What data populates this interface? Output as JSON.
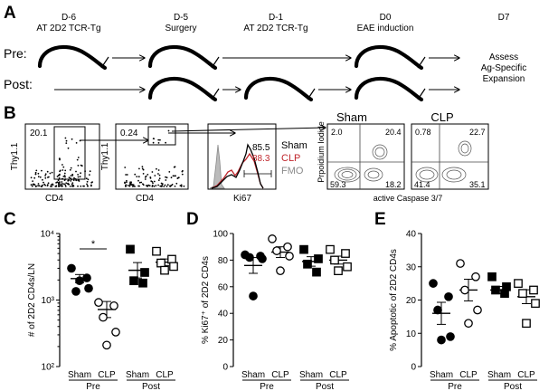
{
  "panels": {
    "A": "A",
    "B": "B",
    "C": "C",
    "D": "D",
    "E": "E"
  },
  "timeline": {
    "rows": [
      "Pre:",
      "Post:"
    ],
    "steps": [
      {
        "day": "D-6",
        "desc": "AT 2D2 TCR-Tg"
      },
      {
        "day": "D-5",
        "desc": "Surgery"
      },
      {
        "day": "D-1",
        "desc": "AT 2D2 TCR-Tg"
      },
      {
        "day": "D0",
        "desc": "EAE induction"
      },
      {
        "day": "D7",
        "desc": "Assess"
      }
    ],
    "assess_lines": [
      "Assess",
      "Ag-Specific",
      "Expansion"
    ]
  },
  "flow": {
    "plot1": {
      "gate_pct": "20.1",
      "ylabel": "Thy1.1",
      "xlabel": "CD4"
    },
    "plot2": {
      "gate_pct": "0.24",
      "ylabel": "Thy1.1",
      "xlabel": "CD4"
    },
    "histogram": {
      "xlabel": "Ki67",
      "values": [
        "85.5",
        "88.3"
      ],
      "legend": [
        {
          "name": "Sham",
          "color": "#000000"
        },
        {
          "name": "CLP",
          "color": "#c0272d"
        },
        {
          "name": "FMO",
          "color": "#8a8a8a"
        }
      ]
    },
    "quad_titles": [
      "Sham",
      "CLP"
    ],
    "quad_ylabel": "Prpoidium Iodide",
    "quad_xlabel": "active Caspase 3/7",
    "sham": {
      "ul": "2.0",
      "ur": "20.4",
      "ll": "59.3",
      "lr": "18.2"
    },
    "clp": {
      "ul": "0.78",
      "ur": "22.7",
      "ll": "41.4",
      "lr": "35.1"
    }
  },
  "chart_data": [
    {
      "type": "scatter",
      "panel": "C",
      "ylabel": "# of 2D2 CD4s/LN",
      "yscale": "log",
      "ylim": [
        100,
        10000
      ],
      "yticks": [
        "10²",
        "10³",
        "10⁴"
      ],
      "categories": [
        "Sham",
        "CLP",
        "Sham",
        "CLP"
      ],
      "groups": [
        "Pre",
        "Post"
      ],
      "significance": "*",
      "series": [
        {
          "marker": "filled-circle",
          "values": [
            3000,
            2150,
            1350,
            1500,
            1950
          ],
          "mean": 2100
        },
        {
          "marker": "open-circle",
          "values": [
            920,
            820,
            550,
            330,
            210
          ],
          "mean": 720
        },
        {
          "marker": "filled-square",
          "values": [
            5800,
            2600,
            1950,
            1800
          ],
          "mean": 2800
        },
        {
          "marker": "open-square",
          "values": [
            5400,
            4100,
            3600,
            3200,
            2800
          ],
          "mean": 3700
        }
      ]
    },
    {
      "type": "scatter",
      "panel": "D",
      "ylabel": "% Ki67⁺ of 2D2 CD4s",
      "ylim": [
        0,
        100
      ],
      "yticks": [
        "0",
        "20",
        "40",
        "60",
        "80",
        "100"
      ],
      "categories": [
        "Sham",
        "CLP",
        "Sham",
        "CLP"
      ],
      "groups": [
        "Pre",
        "Post"
      ],
      "series": [
        {
          "marker": "filled-circle",
          "values": [
            84,
            83,
            82,
            81,
            53
          ],
          "mean": 76
        },
        {
          "marker": "open-circle",
          "values": [
            96,
            90,
            87,
            83,
            72
          ],
          "mean": 86
        },
        {
          "marker": "filled-square",
          "values": [
            88,
            81,
            77,
            71
          ],
          "mean": 79
        },
        {
          "marker": "open-square",
          "values": [
            88,
            85,
            80,
            75,
            72
          ],
          "mean": 80
        }
      ]
    },
    {
      "type": "scatter",
      "panel": "E",
      "ylabel": "% Apoptotic of 2D2 CD4s",
      "ylim": [
        0,
        40
      ],
      "yticks": [
        "0",
        "10",
        "20",
        "30",
        "40"
      ],
      "categories": [
        "Sham",
        "CLP",
        "Sham",
        "CLP"
      ],
      "groups": [
        "Pre",
        "Post"
      ],
      "series": [
        {
          "marker": "filled-circle",
          "values": [
            25,
            21,
            17,
            9,
            8
          ],
          "mean": 16
        },
        {
          "marker": "open-circle",
          "values": [
            31,
            27,
            23,
            17,
            13
          ],
          "mean": 23
        },
        {
          "marker": "filled-square",
          "values": [
            27,
            24,
            23,
            22
          ],
          "mean": 23
        },
        {
          "marker": "open-square",
          "values": [
            25,
            23,
            22,
            19,
            13
          ],
          "mean": 21
        }
      ]
    }
  ]
}
